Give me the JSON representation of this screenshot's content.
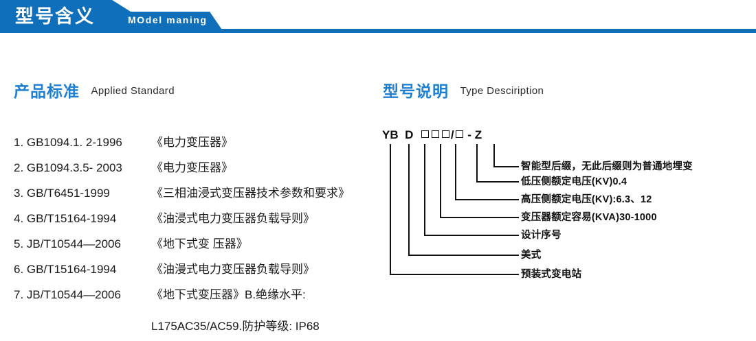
{
  "header": {
    "title_cn": "型号含义",
    "title_en": "MOdel maning",
    "brand_color": "#0f6fba",
    "accent_color": "#1f7fd0"
  },
  "sections": {
    "standard": {
      "heading_cn": "产品标准",
      "heading_en": "Applied Standard"
    },
    "type": {
      "heading_cn": "型号说明",
      "heading_en": "Type Desciription"
    }
  },
  "standards": [
    {
      "index": "1.",
      "code": "GB1094.1. 2-1996",
      "name": "《电力变压器》"
    },
    {
      "index": "2.",
      "code": "GB1094.3.5- 2003",
      "name": "《电力变压器》"
    },
    {
      "index": "3.",
      "code": "GB/T6451-1999",
      "name": "《三相油浸式变压器技术参数和要求》"
    },
    {
      "index": "4.",
      "code": "GB/T15164-1994",
      "name": "《油浸式电力变压器负载导则》"
    },
    {
      "index": "5.",
      "code": "JB/T10544—2006",
      "name": "《地下式变 压器》"
    },
    {
      "index": "6.",
      "code": "GB/T15164-1994",
      "name": "《油漫式电力变压器负载导则》"
    },
    {
      "index": "7.",
      "code": "JB/T10544—2006",
      "name": "《地下式变压器》B.绝缘水平:"
    }
  ],
  "standards_continuation": "L175AC35/AC59.防护等级: IP68",
  "type_code": {
    "parts": [
      "YB",
      "D",
      "box",
      "box",
      "box",
      "/",
      "box",
      "-",
      "Z"
    ],
    "display": "YB D □□□/□ - Z"
  },
  "diagram_labels": [
    {
      "text": "智能型后缀，无此后缀则为普通地埋变"
    },
    {
      "text": "低压侧额定电压(KV)0.4"
    },
    {
      "text": "高压侧额定电压(KV):6.3、12"
    },
    {
      "text": "变压器额定容易(KVA)30-1000"
    },
    {
      "text": "设计序号"
    },
    {
      "text": "美式"
    },
    {
      "text": "预装式变电站"
    }
  ]
}
